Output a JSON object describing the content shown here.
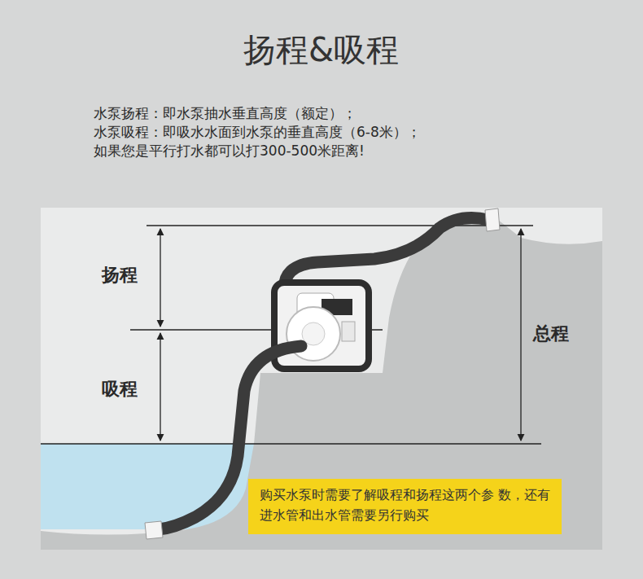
{
  "diagram": {
    "title": "扬程&吸程",
    "nodes": [
      {
        "text": [
          "购买水泵时需要了解吸程和扬程这两个参 数，还有进水管和出水管需要另行购买"
        ]
      }
    ],
    "labels": [
      "水泵扬程：即水泵抽水垂直高度（额定）；",
      "水泵吸程：即吸水水面到水泵的垂直高度（6-8米）；",
      "如果您是平行打水都可以打300-500米距离!",
      "扬程",
      "吸程",
      "总程"
    ]
  }
}
